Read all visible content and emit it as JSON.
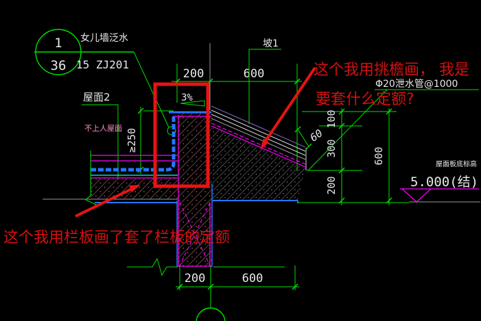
{
  "app": "cad-detail-view",
  "callout": {
    "number": "1",
    "sheet": "36",
    "title": "女儿墙泛水",
    "ref": "15 ZJ201"
  },
  "labels": {
    "roof2": "屋面2",
    "non_access_roof": "不上人屋面",
    "slope_name": "坡1",
    "slope_pct": "3%",
    "drain": "Φ20泄水管@1000",
    "elev_value": "5.000(结)",
    "elev_note": "屋面板底标高"
  },
  "dims": {
    "top_left": "200",
    "top_right": "600",
    "bottom_left": "200",
    "bottom_right": "600",
    "right_a1": "100",
    "right_a2": "300",
    "right_a3": "200",
    "right_b": "600",
    "parapet": "≥250",
    "eave": "60"
  },
  "notes": {
    "line1": "这个我用挑檐画，  我是",
    "line2": "要套什么定额?",
    "bottom": "这个我用栏板画了套了栏板的定额"
  },
  "colors": {
    "background": "#000000",
    "cad_green": "#00e400",
    "cad_magenta": "#ff00ff",
    "cad_cyan": "#00ffff",
    "cad_blue": "#2277ff",
    "markup_red": "#ea1313",
    "note_red": "#d31111",
    "pink_text": "#ff8fc8"
  }
}
